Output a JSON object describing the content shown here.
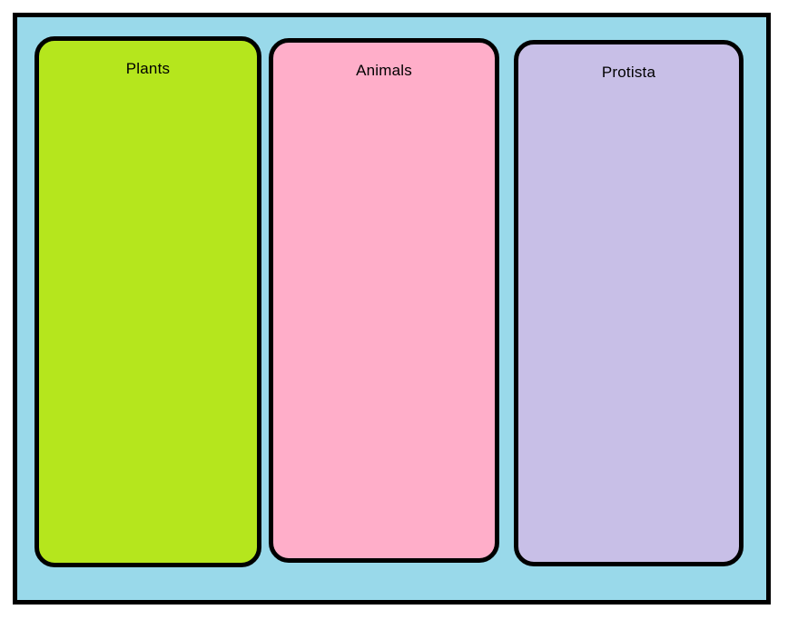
{
  "board": {
    "background_color": "#99D9EA",
    "border_color": "#000000"
  },
  "columns": [
    {
      "label": "Plants",
      "color": "#B5E61D"
    },
    {
      "label": "Animals",
      "color": "#FFAEC9"
    },
    {
      "label": "Protista",
      "color": "#C8BFE7"
    }
  ]
}
